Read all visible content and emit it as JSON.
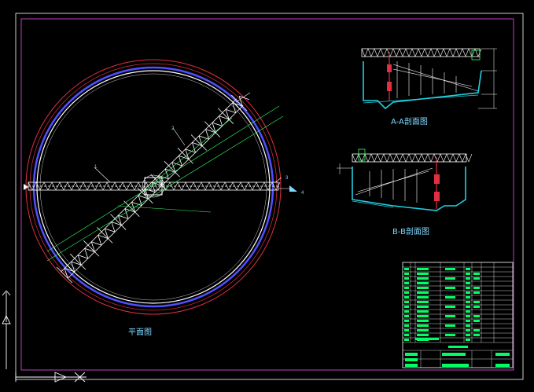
{
  "labels": {
    "plan": "平面图",
    "section_a": "A-A剖面图",
    "section_b": "B-B剖面图"
  },
  "callouts": [
    "1",
    "2",
    "3",
    "4"
  ],
  "colors": {
    "background": "#000000",
    "frame": "#c040c0",
    "outer_circle": "#e03040",
    "inner_circle": "#5050ff",
    "wall": "#ffffff",
    "leader": "#33ff66",
    "cyan": "#20d0e0",
    "label": "#7fd8ff",
    "title_block": "#00ff66"
  }
}
